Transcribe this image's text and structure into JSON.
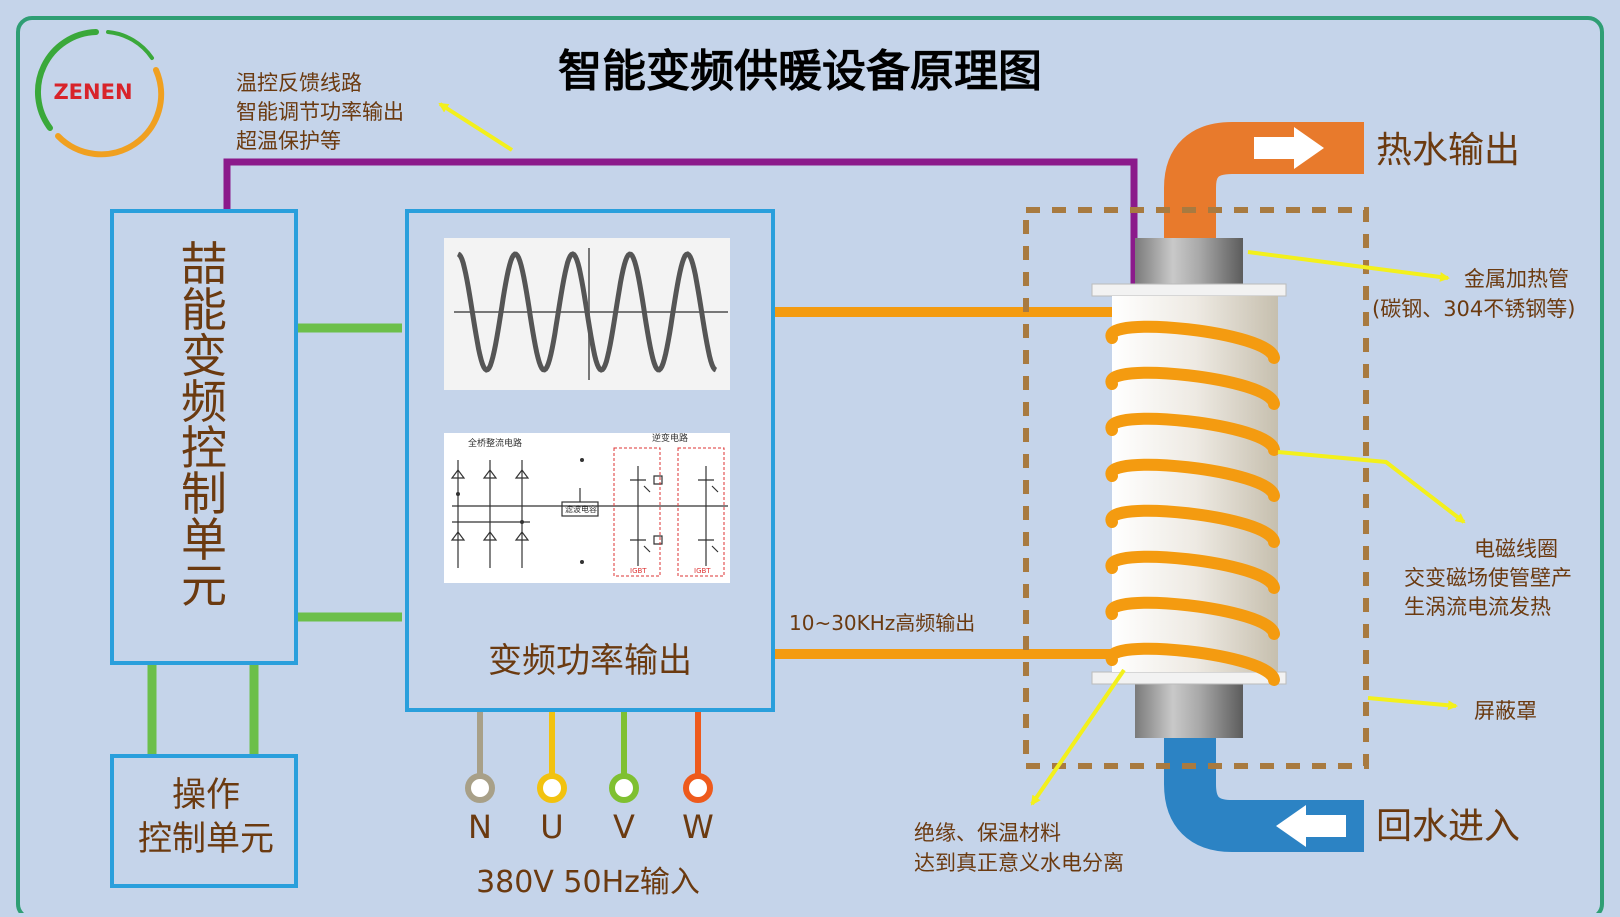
{
  "logo": {
    "text": "ZENEN"
  },
  "title": "智能变频供暖设备原理图",
  "feedback_note": [
    "温控反馈线路",
    "智能调节功率输出",
    "超温保护等"
  ],
  "control_unit": {
    "label": "喆能变频控制单元"
  },
  "operation_unit": {
    "line1": "操作",
    "line2": "控制单元"
  },
  "power_unit": {
    "label": "变频功率输出"
  },
  "circuit_labels": {
    "rectifier": "全桥整流电路",
    "inverter": "逆变电路",
    "filter": "滤波电容",
    "igbt_1": "IGBT",
    "igbt_2": "IGBT"
  },
  "terminals": [
    "N",
    "U",
    "V",
    "W"
  ],
  "input_label": "380V  50Hz输入",
  "hf_output_label": "10~30KHz高频输出",
  "hot_water_out": "热水输出",
  "return_water_in": "回水进入",
  "heating_tube": {
    "line1": "金属加热管",
    "line2": "(碳钢、304不锈钢等)"
  },
  "coil": {
    "line1": "电磁线圈",
    "line2": "交变磁场使管壁产",
    "line3": "生涡流电流发热"
  },
  "shield": "屏蔽罩",
  "insulation": {
    "line1": "绝缘、保温材料",
    "line2": "达到真正意义水电分离"
  },
  "colors": {
    "background": "#c5d4ea",
    "box_border": "#2a9fdc",
    "feedback_wire": "#8b1a8b",
    "control_wire": "#6cbf4a",
    "hf_wire": "#f49b10",
    "hot_pipe": "#e87a2c",
    "cold_pipe": "#2c83c4",
    "pointer": "#f3f01c",
    "label_brown": "#6b3a10",
    "terminal_N": "#a8a088",
    "terminal_U": "#f2c20f",
    "terminal_V": "#7fc031",
    "terminal_W": "#ee5a1c"
  }
}
